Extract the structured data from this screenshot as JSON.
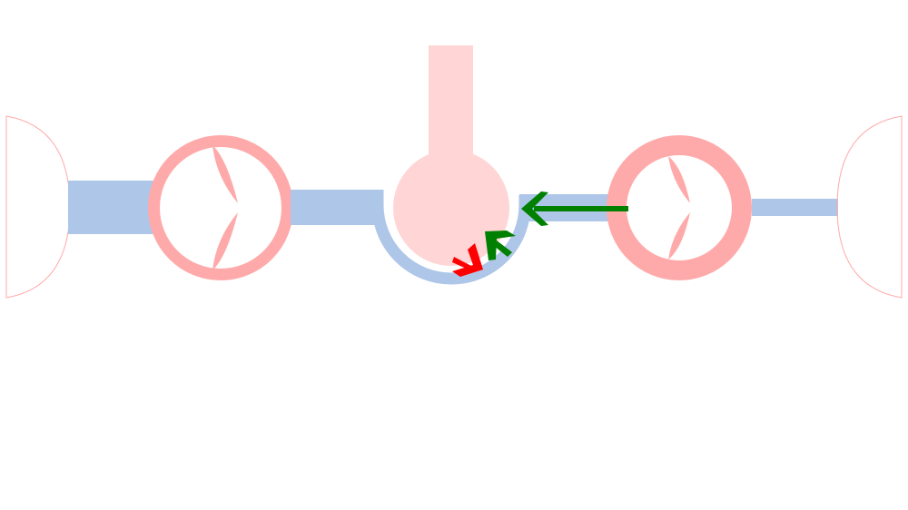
{
  "colors": {
    "vessel": "#aec6e8",
    "valve": "#ffaaaa",
    "chamber": "#ffd5d5",
    "outline": "#ffaaaa",
    "arrow_primary": "#008000",
    "arrow_alert": "#ff0000"
  },
  "icons": {
    "left_cap": "half-ellipse-outline",
    "right_cap": "half-ellipse-outline",
    "left_valve": "valve-ring-with-leaflets",
    "right_valve": "valve-ring-with-leaflets",
    "chamber": "bulb-with-stem",
    "flow_arrow_large": "arrow-left",
    "flow_arrow_small": "arrow-up-left",
    "flow_arrow_red": "arrow-down-right"
  }
}
